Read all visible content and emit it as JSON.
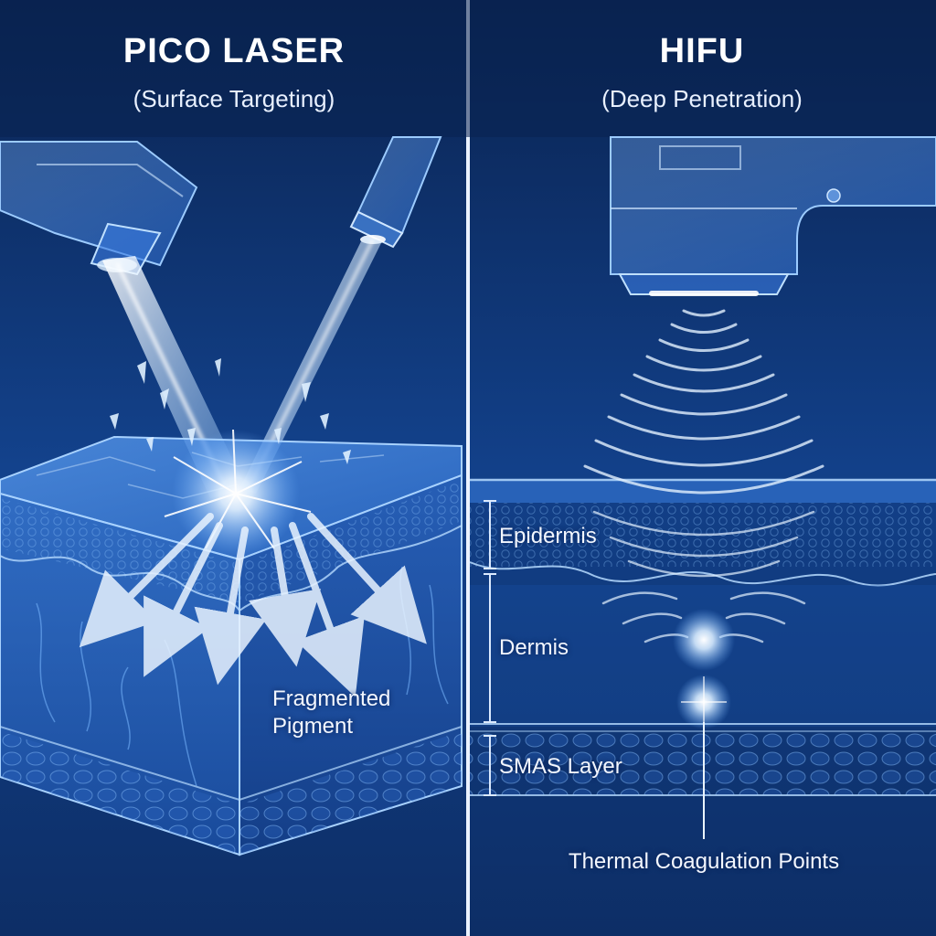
{
  "left_panel": {
    "title": "PICO LASER",
    "subtitle": "(Surface Targeting)",
    "label_fragmented": "Fragmented Pigment"
  },
  "right_panel": {
    "title": "HIFU",
    "subtitle": "(Deep Penetration)",
    "layers": {
      "epidermis": "Epidermis",
      "dermis": "Dermis",
      "smas": "SMAS Layer"
    },
    "label_thermal": "Thermal Coagulation Points"
  },
  "colors": {
    "background": "#0c2d63",
    "glow": "#e6f3ff",
    "outline": "#8fc4ff",
    "skin_fill": "#1f5fb8"
  }
}
